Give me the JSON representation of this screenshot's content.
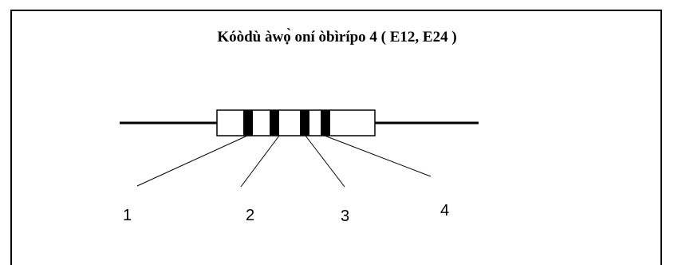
{
  "title": "Kóòdù àwọ̀ oní òbìrípo 4 ( E12, E24 )",
  "band_labels": [
    "1",
    "2",
    "3",
    "4"
  ],
  "colors": {
    "line": "#000000",
    "band": "#000000",
    "body_fill": "#ffffff"
  }
}
